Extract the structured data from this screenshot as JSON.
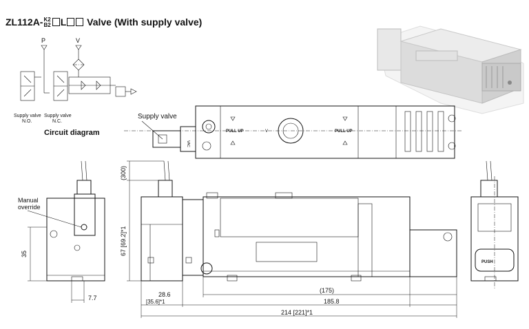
{
  "title": {
    "prefix": "ZL112A-",
    "sup": "K2",
    "sub": "B2",
    "mid": "L",
    "suffix": "Valve (With supply valve)"
  },
  "circuit": {
    "port_p": "P",
    "port_v": "V",
    "caption_no_1": "Supply valve",
    "caption_no_2": "N.O.",
    "caption_nc_1": "Supply valve",
    "caption_nc_2": "N.C.",
    "heading": "Circuit diagram"
  },
  "top_view": {
    "supply_valve_label": "Supply valve",
    "pull_up_left": "PULL UP",
    "pull_up_right": "PULL UP",
    "port_mark": "V",
    "vac_mark": "VAC"
  },
  "side_view": {
    "manual_override_1": "Manual",
    "manual_override_2": "override",
    "dim_35": "35",
    "dim_7_7": "7.7"
  },
  "front_view": {
    "dim_300": "(300)",
    "dim_67": "67 [69.2]*1",
    "dim_28_6": "28.6",
    "dim_35_6": "[35.6]*1",
    "dim_175": "(175)",
    "dim_185_8": "185.8",
    "dim_214": "214 [221]*1"
  },
  "right_view": {
    "push_label": "PUSH"
  }
}
